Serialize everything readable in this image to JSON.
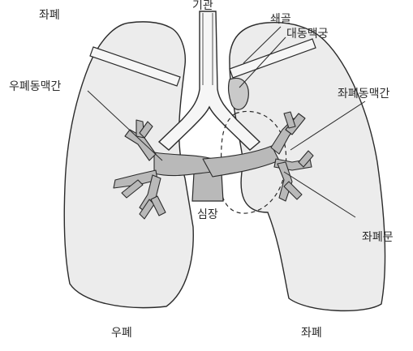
{
  "labels": {
    "left_lung_top": "좌폐",
    "trachea": "기관",
    "clavicle": "쇄골",
    "aortic_arch": "대동맥궁",
    "right_pulmonary_artery": "우폐동맥간",
    "left_pulmonary_artery": "좌폐동맥간",
    "heart": "심장",
    "left_hilum": "좌폐문",
    "right_lung": "우폐",
    "left_lung_bottom": "좌폐"
  },
  "colors": {
    "line": "#2b2b2b",
    "lung_fill": "#ececec",
    "lung_fill_light": "#f6f6f6",
    "artery_fill": "#b9b9b9",
    "aorta_fill": "#c9c9c9",
    "background": "#ffffff"
  }
}
